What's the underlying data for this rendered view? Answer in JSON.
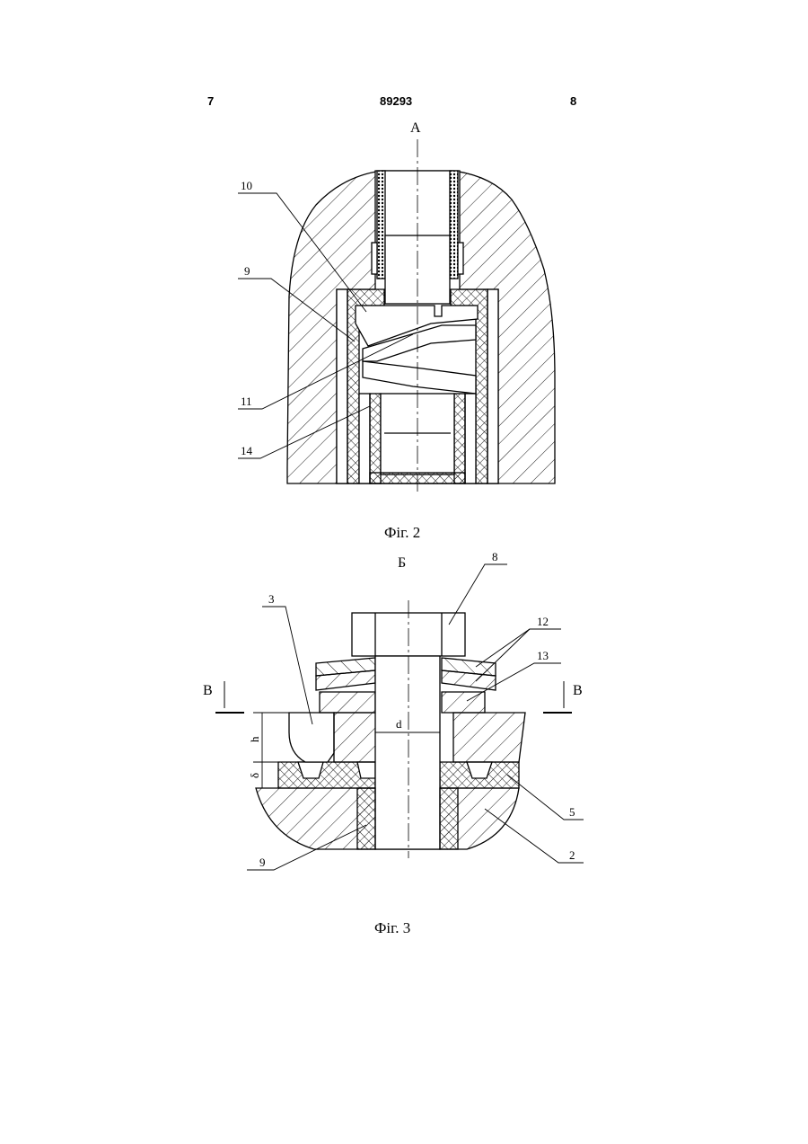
{
  "header": {
    "page_left": "7",
    "patent_number": "89293",
    "page_right": "8"
  },
  "figure2": {
    "view_label": "А",
    "caption": "Фіг. 2",
    "callouts": [
      "10",
      "9",
      "11",
      "14"
    ]
  },
  "figure3": {
    "view_label": "Б",
    "caption": "Фіг. 3",
    "callouts": [
      "3",
      "8",
      "12",
      "13",
      "5",
      "2",
      "9"
    ],
    "section_left": "В",
    "section_right": "В",
    "dim_h": "h",
    "dim_delta": "δ",
    "dim_d": "d"
  }
}
